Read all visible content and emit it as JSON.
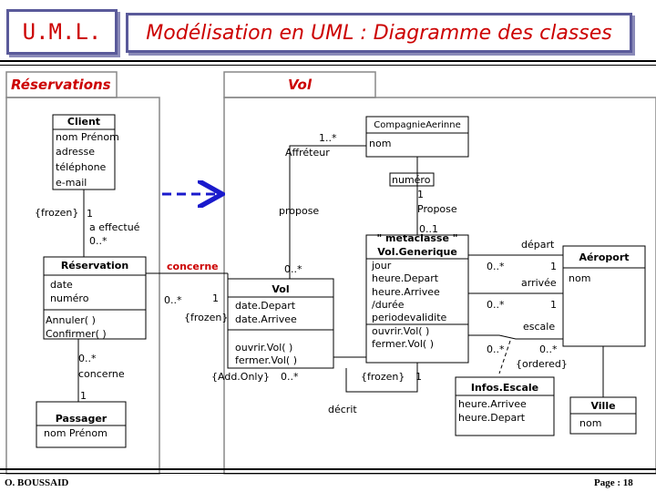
{
  "header": {
    "logo": "U.M.L.",
    "title": "Modélisation en UML : Diagramme des classes"
  },
  "package_tabs": {
    "reservations": "Réservations",
    "vol": "Vol"
  },
  "classes": {
    "client": {
      "name": "Client",
      "attrs": [
        "nom Prénom",
        "adresse",
        "téléphone",
        "e-mail"
      ]
    },
    "reservation": {
      "name": "Réservation",
      "attrs": [
        "date",
        "numéro"
      ],
      "ops": [
        "Annuler( )",
        "Confirmer( )"
      ]
    },
    "passager": {
      "name": "Passager",
      "attrs": [
        "nom Prénom"
      ]
    },
    "compagnie": {
      "name": "CompagnieAerinne",
      "attrs": [
        "nom"
      ]
    },
    "vol": {
      "name": "Vol",
      "attrs": [
        "date.Depart",
        "date.Arrivee"
      ],
      "ops": [
        "ouvrir.Vol( )",
        "fermer.Vol( )"
      ]
    },
    "vol_generique": {
      "stereotype": "\" metaclasse \"",
      "name": "Vol.Generique",
      "attrs": [
        "jour",
        "heure.Depart",
        "heure.Arrivee",
        "/durée",
        "periodevalidite"
      ],
      "ops": [
        "ouvrir.Vol( )",
        "fermer.Vol( )"
      ]
    },
    "aeroport": {
      "name": "Aéroport",
      "attrs": [
        "nom"
      ]
    },
    "infos_escale": {
      "name": "Infos.Escale",
      "attrs": [
        "heure.Arrivee",
        "heure.Depart"
      ]
    },
    "ville": {
      "name": "Ville",
      "attrs": [
        "nom"
      ]
    }
  },
  "labels": {
    "mult_1n": "1..*",
    "affreteur": "Affréteur",
    "numero": "numéro",
    "one_a": "1",
    "propose_right": "Propose",
    "propose_left": "propose",
    "frozen_client": "{frozen}",
    "one_client": "1",
    "a_effectue": "a effectué",
    "zero_n_client": "0..*",
    "zero_one": "0..1",
    "concerne_top": "concerne",
    "zero_n_vol": "0..*",
    "zero_n_concerne": "0..*",
    "one_concerne": "1",
    "frozen_vol": "{frozen}",
    "addonly": "{Add.Only}",
    "zero_n_addonly": "0..*",
    "zero_n_passager": "0..*",
    "concerne_bottom": "concerne",
    "one_passager": "1",
    "decrit": "décrit",
    "frozen_vg": "{frozen}",
    "one_vg": "1",
    "depart": "départ",
    "zero_n_depart": "0..*",
    "one_depart": "1",
    "arrivee": "arrivée",
    "zero_n_arrivee": "0..*",
    "one_arrivee": "1",
    "escale": "escale",
    "zero_n_escale": "0..*",
    "zero_n_escale2": "0..*",
    "ordered": "{ordered}"
  },
  "footer": {
    "author": "O. BOUSSAID",
    "page": "Page : 18"
  },
  "colors": {
    "accent": "#cc0000",
    "frame": "#5a5a9a",
    "dependency": "#1a1acc"
  }
}
